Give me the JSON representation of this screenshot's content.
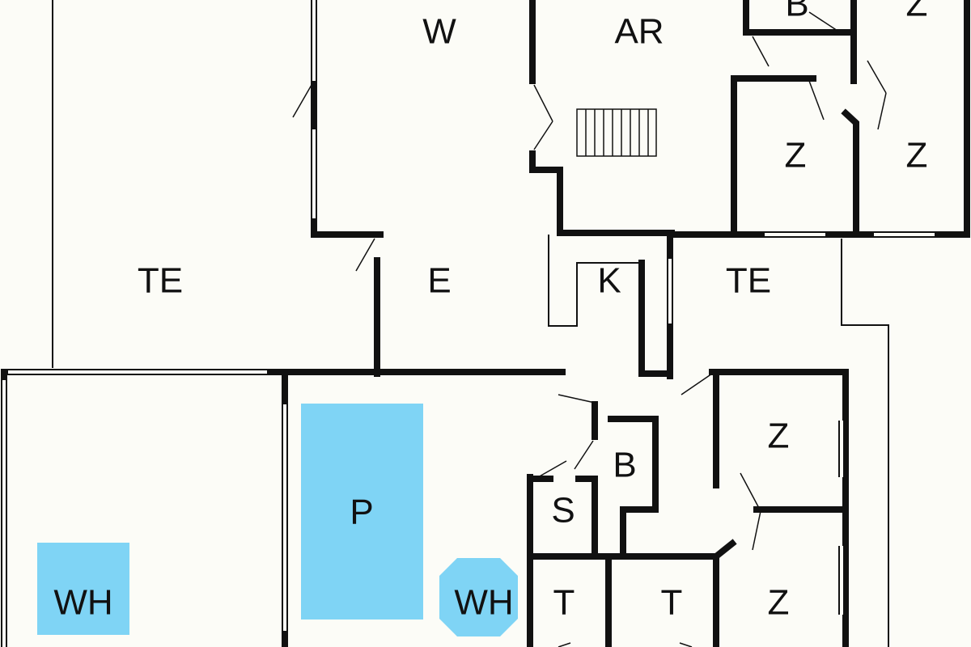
{
  "rooms": {
    "w": "W",
    "ar": "AR",
    "b_top": "B",
    "z_top_right": "Z",
    "z_mid_left": "Z",
    "z_mid_right": "Z",
    "te_left": "TE",
    "e": "E",
    "k": "K",
    "te_right": "TE",
    "p": "P",
    "wh_left": "WH",
    "wh_round": "WH",
    "b_lower": "B",
    "s": "S",
    "z_lower_top": "Z",
    "z_lower_bottom": "Z",
    "t_left": "T",
    "t_right": "T"
  },
  "colors": {
    "water": "#7fd4f5",
    "wall": "#111111",
    "floor": "#fcfcf7"
  }
}
